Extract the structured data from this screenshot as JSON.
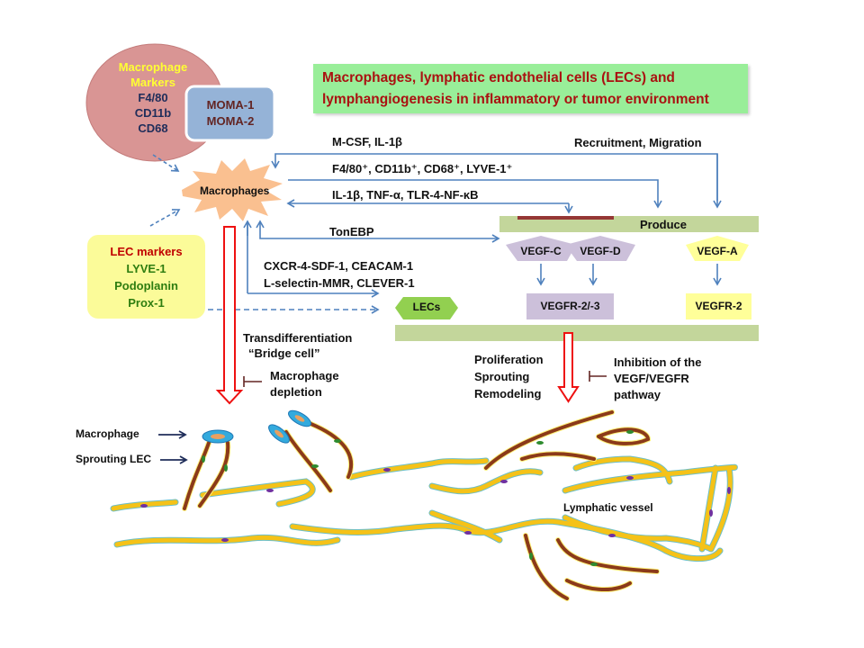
{
  "title": {
    "line1": "Macrophages, lymphatic endothelial cells (LECs) and",
    "line2": "lymphangiogenesis  in inflammatory or tumor environment"
  },
  "macrophage_markers": {
    "heading1": "Macrophage",
    "heading2": "Markers",
    "items": [
      "F4/80",
      "CD11b",
      "CD68"
    ]
  },
  "moma": {
    "items": [
      "MOMA-1",
      "MOMA-2"
    ]
  },
  "macrophages_label": "Macrophages",
  "lec_markers": {
    "heading": "LEC markers",
    "items": [
      "LYVE-1",
      "Podoplanin",
      "Prox-1"
    ]
  },
  "signals": {
    "mcsf": "M-CSF, IL-1β",
    "recruitment": "Recruitment, Migration",
    "f480": "F4/80⁺, CD11b⁺, CD68⁺, LYVE-1⁺",
    "il1b": "IL-1β, TNF-α, TLR-4-NF-κB",
    "tonebp": "TonEBP",
    "cxcr_line1": "CXCR-4-SDF-1, CEACAM-1",
    "cxcr_line2": "L-selectin-MMR, CLEVER-1"
  },
  "produce_label": "Produce",
  "vegf": {
    "c": "VEGF-C",
    "d": "VEGF-D",
    "a": "VEGF-A",
    "r23": "VEGFR-2/-3",
    "r2": "VEGFR-2"
  },
  "lecs_label": "LECs",
  "transdiff": {
    "line1": "Transdifferentiation",
    "line2": "“Bridge cell”"
  },
  "depletion": {
    "line1": "Macrophage",
    "line2": "depletion"
  },
  "outcomes": [
    "Proliferation",
    "Sprouting",
    "Remodeling"
  ],
  "inhibition": {
    "line1": "Inhibition of the",
    "line2": "VEGF/VEGFR",
    "line3": "pathway"
  },
  "legend": {
    "macrophage": "Macrophage",
    "sprouting_lec": "Sprouting LEC"
  },
  "vessel_label": "Lymphatic vessel",
  "colors": {
    "title_bg": "#99ee99",
    "title_text": "#aa1111",
    "arrow_blue": "#4f81bd",
    "red_arrow": "#ee1111",
    "macro_oval": "#d99594",
    "moma_box": "#95b3d7",
    "lec_box": "#fbfb99",
    "green_bar": "#c3d69b",
    "vegf_purple": "#ccc0da",
    "vegf_yellow": "#ffff99",
    "lec_hex": "#92d050",
    "starburst": "#fac090"
  }
}
